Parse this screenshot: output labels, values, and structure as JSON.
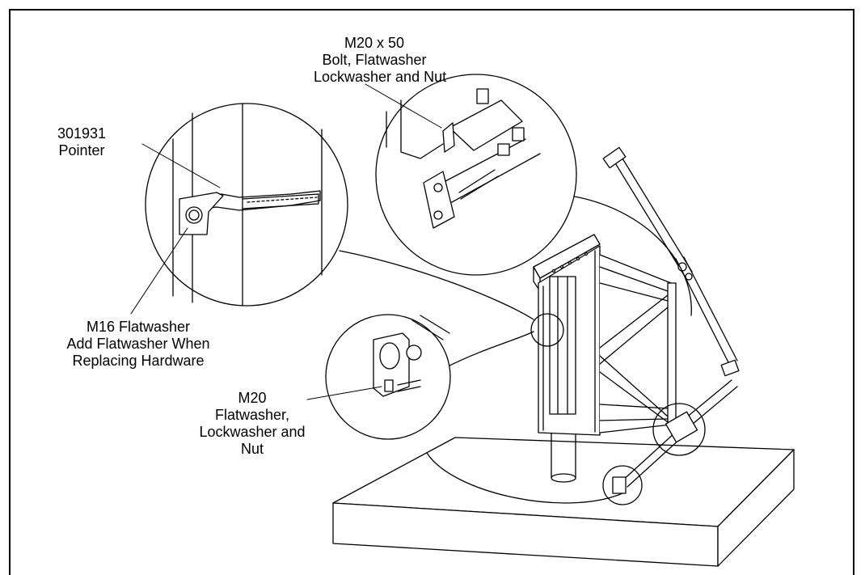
{
  "callouts": {
    "bolt": {
      "lines": [
        "M20 x 50",
        "Bolt, Flatwasher",
        "Lockwasher and Nut"
      ]
    },
    "pointer": {
      "lines": [
        "301931",
        "Pointer"
      ]
    },
    "flatwasher_m16": {
      "lines": [
        "M16 Flatwasher",
        "Add Flatwasher When",
        "Replacing Hardware"
      ]
    },
    "m20": {
      "lines": [
        "M20",
        "Flatwasher,",
        "Lockwasher and",
        "Nut"
      ]
    }
  },
  "colors": {
    "line": "#000000",
    "background": "#ffffff"
  }
}
